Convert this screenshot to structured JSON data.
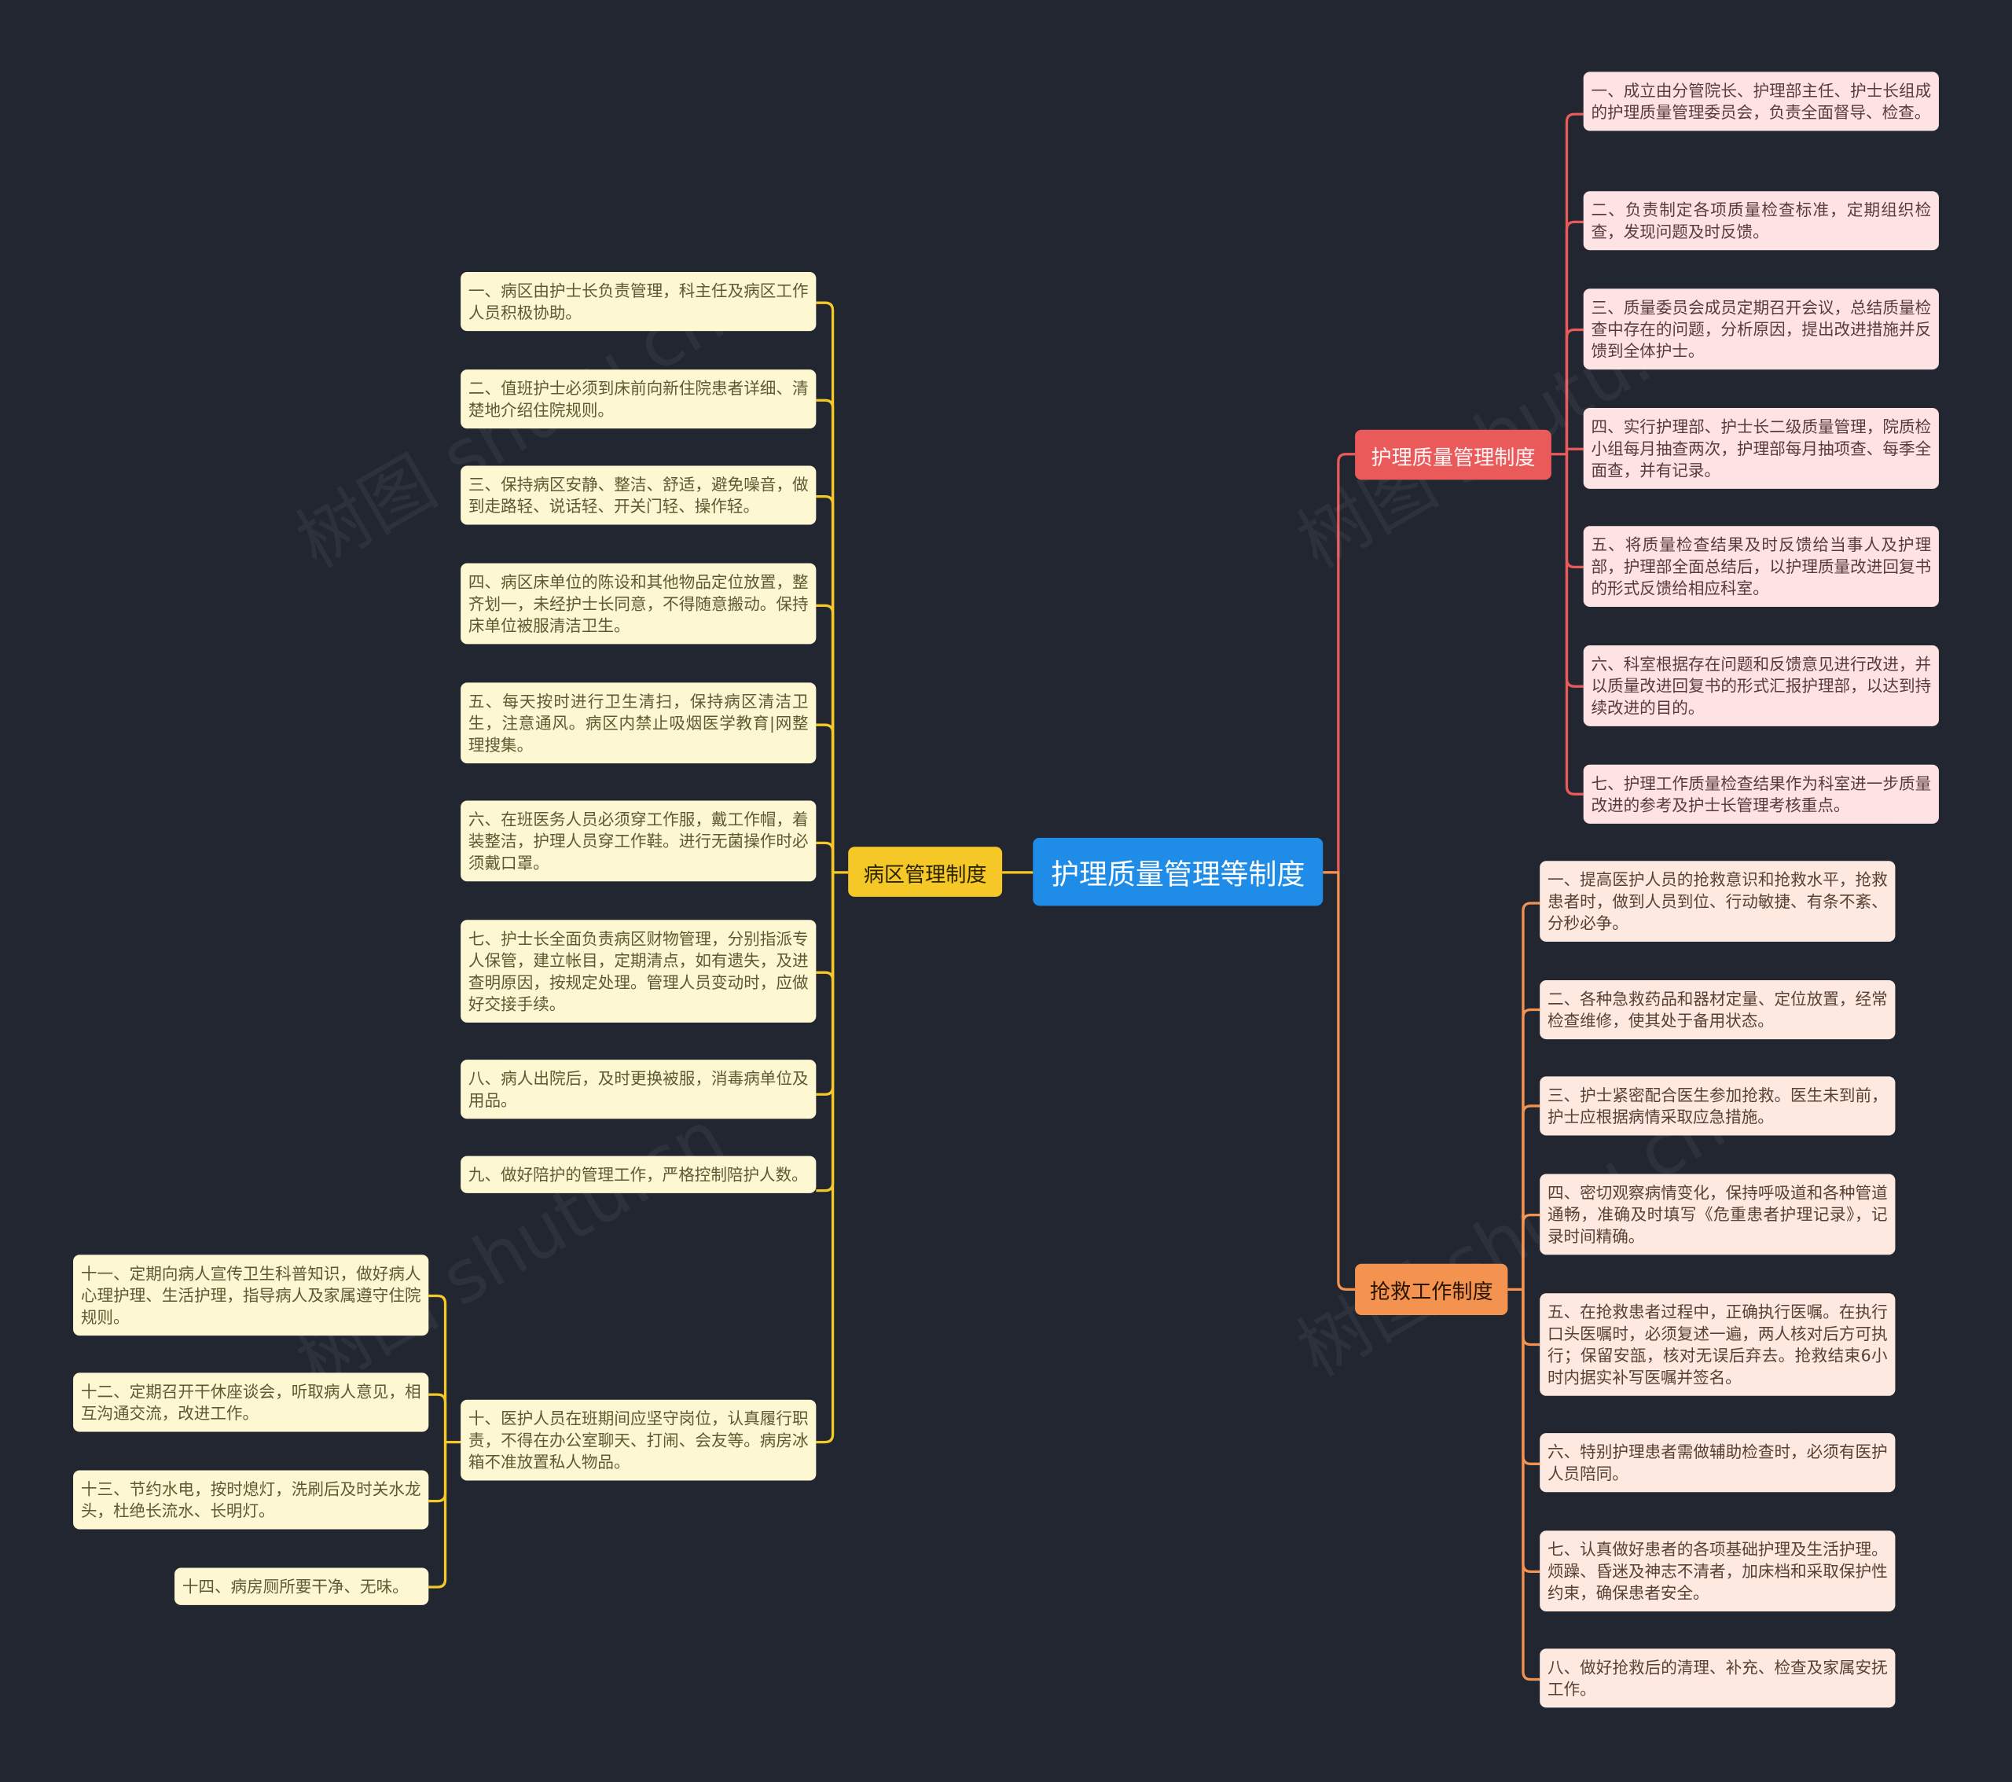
{
  "root": {
    "label": "护理质量管理等制度"
  },
  "branches": {
    "ward": {
      "label": "病区管理制度",
      "color": "#f5c827",
      "items": [
        "一、病区由护士长负责管理，科主任及病区工作人员积极协助。",
        "二、值班护士必须到床前向新住院患者详细、清楚地介绍住院规则。",
        "三、保持病区安静、整洁、舒适，避免噪音，做到走路轻、说话轻、开关门轻、操作轻。",
        "四、病区床单位的陈设和其他物品定位放置，整齐划一，未经护士长同意，不得随意搬动。保持床单位被服清洁卫生。",
        "五、每天按时进行卫生清扫，保持病区清洁卫生，注意通风。病区内禁止吸烟医学教育|网整理搜集。",
        "六、在班医务人员必须穿工作服，戴工作帽，着装整洁，护理人员穿工作鞋。进行无菌操作时必须戴口罩。",
        "七、护士长全面负责病区财物管理，分别指派专人保管，建立帐目，定期清点，如有遗失，及进查明原因，按规定处理。管理人员变动时，应做好交接手续。",
        "八、病人出院后，及时更换被服，消毒病单位及用品。",
        "九、做好陪护的管理工作，严格控制陪护人数。",
        "十、医护人员在班期间应坚守岗位，认真履行职责，不得在办公室聊天、打闹、会友等。病房冰箱不准放置私人物品。"
      ],
      "sub_items": [
        "十一、定期向病人宣传卫生科普知识，做好病人心理护理、生活护理，指导病人及家属遵守住院规则。",
        "十二、定期召开干休座谈会，听取病人意见，相互沟通交流，改进工作。",
        "十三、节约水电，按时熄灯，洗刷后及时关水龙头，杜绝长流水、长明灯。",
        "十四、病房厕所要干净、无味。"
      ]
    },
    "quality": {
      "label": "护理质量管理制度",
      "color": "#ea5a5a",
      "items": [
        "一、成立由分管院长、护理部主任、护士长组成的护理质量管理委员会，负责全面督导、检查。",
        "二、负责制定各项质量检查标准，定期组织检查，发现问题及时反馈。",
        "三、质量委员会成员定期召开会议，总结质量检查中存在的问题，分析原因，提出改进措施并反馈到全体护士。",
        "四、实行护理部、护士长二级质量管理，院质检小组每月抽查两次，护理部每月抽项查、每季全面查，并有记录。",
        "五、将质量检查结果及时反馈给当事人及护理部，护理部全面总结后，以护理质量改进回复书的形式反馈给相应科室。",
        "六、科室根据存在问题和反馈意见进行改进，并以质量改进回复书的形式汇报护理部，以达到持续改进的目的。",
        "七、护理工作质量检查结果作为科室进一步质量改进的参考及护士长管理考核重点。"
      ]
    },
    "rescue": {
      "label": "抢救工作制度",
      "color": "#f4924f",
      "items": [
        "一、提高医护人员的抢救意识和抢救水平，抢救患者时，做到人员到位、行动敏捷、有条不紊、分秒必争。",
        "二、各种急救药品和器材定量、定位放置，经常检查维修，使其处于备用状态。",
        "三、护士紧密配合医生参加抢救。医生未到前，护士应根据病情采取应急措施。",
        "四、密切观察病情变化，保持呼吸道和各种管道通畅，准确及时填写《危重患者护理记录》，记录时间精确。",
        "五、在抢救患者过程中，正确执行医嘱。在执行口头医嘱时，必须复述一遍，两人核对后方可执行；保留安瓿，核对无误后弃去。抢救结束6小时内据实补写医嘱并签名。",
        "六、特别护理患者需做辅助检查时，必须有医护人员陪同。",
        "七、认真做好患者的各项基础护理及生活护理。烦躁、昏迷及神志不清者，加床档和采取保护性约束，确保患者安全。",
        "八、做好抢救后的清理、补充、检查及家属安抚工作。"
      ]
    }
  },
  "watermark": "树图 shutu.cn"
}
